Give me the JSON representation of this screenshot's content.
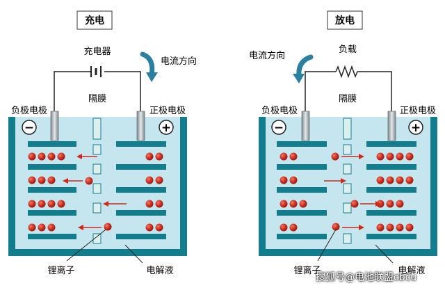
{
  "colors": {
    "electrolyte": "#c6e6ef",
    "container": "#127d8d",
    "electrode_plate": "#127d8d",
    "ion": "#cc2b1d",
    "arrow": "#cc2b1d",
    "flow_arrow": "#2b7fa0",
    "terminal": "#9aa4a8"
  },
  "charge": {
    "title": "充电",
    "source_label": "充电器",
    "current_label": "电流方向",
    "negative_label": "负极电极",
    "positive_label": "正极电极",
    "separator_label": "隔膜",
    "ion_label": "锂离子",
    "electrolyte_label": "电解液",
    "negative_sign": "−",
    "positive_sign": "+"
  },
  "discharge": {
    "title": "放电",
    "load_label": "负载",
    "current_label": "电流方向",
    "negative_label": "负极电极",
    "positive_label": "正极电极",
    "separator_label": "隔膜",
    "ion_label": "锂离子",
    "electrolyte_label": "电解液",
    "negative_sign": "−",
    "positive_sign": "+"
  },
  "watermark": "搜狐号@电池联盟cbcu"
}
